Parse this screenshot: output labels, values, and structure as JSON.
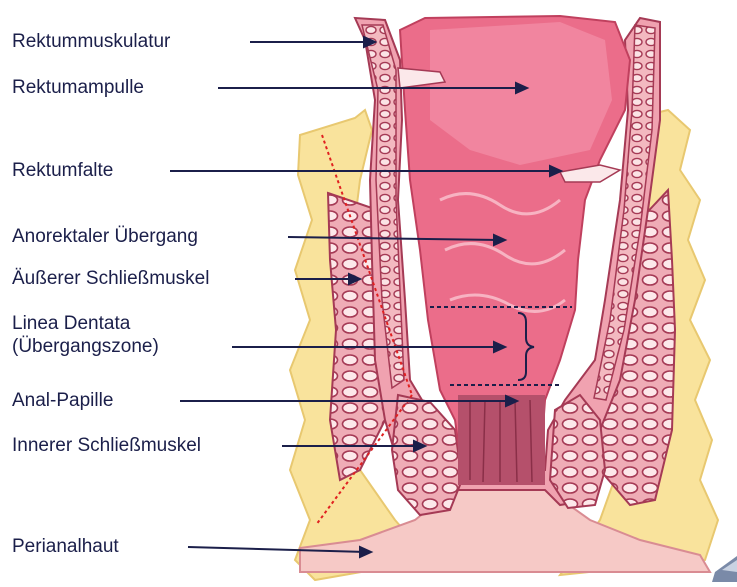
{
  "labels": [
    {
      "text": "Rektummuskulatur"
    },
    {
      "text": "Rektumampulle"
    },
    {
      "text": "Rektumfalte"
    },
    {
      "text": "Anorektaler Übergang"
    },
    {
      "text": "Äußerer Schließmuskel"
    },
    {
      "text": "Linea Dentata"
    },
    {
      "text": "(Übergangszone)"
    },
    {
      "text": "Anal-Papille"
    },
    {
      "text": "Innerer Schließmuskel"
    },
    {
      "text": "Perianalhaut"
    }
  ],
  "colors": {
    "fat": "#f9e39c",
    "skin": "#f6c9c6",
    "muscle": "#e8899c",
    "lumen": "#e8587a",
    "canal": "#b5506b",
    "line": "#1b1f4a",
    "dotted": "#e02020"
  },
  "icons": [
    "anatomy-diagram",
    "logo-icon"
  ]
}
